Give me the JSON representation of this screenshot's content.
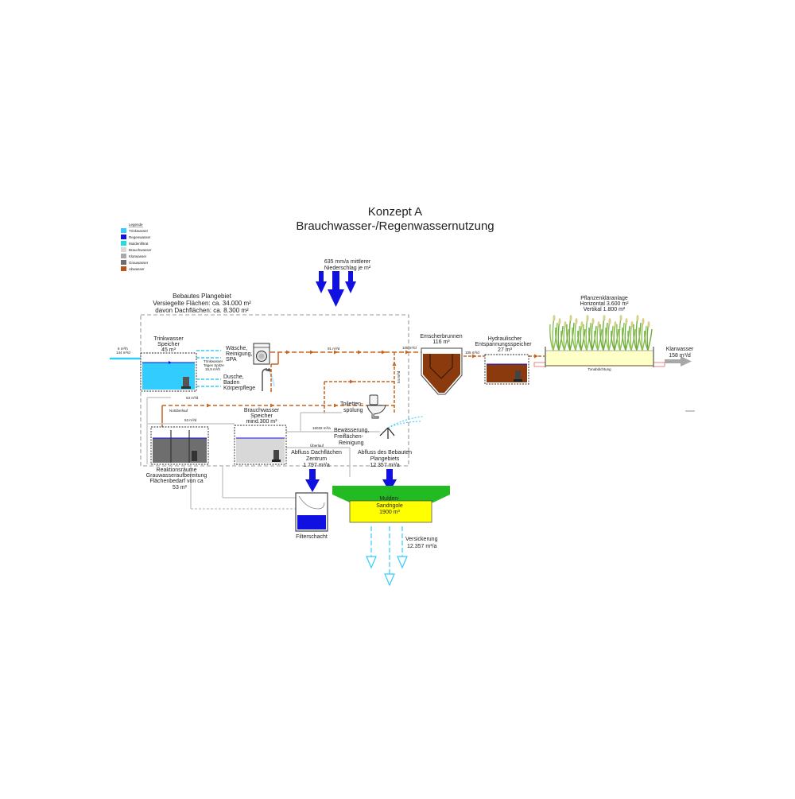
{
  "title": {
    "line1": "Konzept A",
    "line2": "Brauchwasser-/Regenwassernutzung"
  },
  "legend": {
    "heading": "Legende",
    "items": [
      {
        "label": "Trinkwasser",
        "color": "#33ccff"
      },
      {
        "label": "Regenwasser",
        "color": "#1010e0"
      },
      {
        "label": "Muldenfiltrat",
        "color": "#22dddd"
      },
      {
        "label": "Brauchwasser",
        "color": "#d8d8d8"
      },
      {
        "label": "Klarwasser",
        "color": "#a8a8a8"
      },
      {
        "label": "Grauwasser",
        "color": "#6e6e6e"
      },
      {
        "label": "Abwasser",
        "color": "#b85418"
      }
    ]
  },
  "colors": {
    "trinkwasser": "#33ccff",
    "regenwasser": "#1010e0",
    "abwasser": "#c8641e",
    "muldengruen": "#22bb22",
    "sand": "#ffff00",
    "schlamm": "#8b3a0e",
    "grau": "#bdbdbd"
  },
  "rain": {
    "line1": "635 mm/a mittlerer",
    "line2": "Niederschlag je m²"
  },
  "area": {
    "line1": "Bebautes Plangebiet",
    "line2": "Versiegelte Flächen: ca. 34.000 m²",
    "line3": "davon Dachflächen: ca. 8.300 m²"
  },
  "inflow": {
    "line1": "6 m³/h",
    "line2": "144 m³/d"
  },
  "trinkwasser_speicher": {
    "line1": "Trinkwasser",
    "line2": "Speicher",
    "line3": "45 m³"
  },
  "tages_spitze": {
    "line1": "Trinkwasser",
    "line2": "Tages Spitze",
    "line3": "15,9 m³/h"
  },
  "waesche": {
    "line1": "Wäsche,",
    "line2": "Reinigung,",
    "line3": "SPA"
  },
  "dusche": {
    "line1": "Dusche,",
    "line2": "Baden",
    "line3": "Körperpflege"
  },
  "flow_91": "91 m³/d",
  "flow_105a": "105 m³/d",
  "flow_105b": "105 m³/d",
  "flow_54": "54 m³/d",
  "flow_53": "53 m³/d",
  "flow_53b": "53 m³/d",
  "notueberlauf": "Notüberlauf",
  "ueberlauf": "Überlauf",
  "flow_16032": "16032 m³/a",
  "emscher": {
    "line1": "Emscherbrunnen",
    "line2": "116 m³"
  },
  "hydraulisch": {
    "line1": "Hydraulischer",
    "line2": "Entspannungsspeicher",
    "line3": "27 m³"
  },
  "pflanzen": {
    "line1": "Pflanzenkläranlage",
    "line2": "Horizontal 3.600 m²",
    "line3": "Vertikal 1.800 m²"
  },
  "tonabdichtung": "Tonabdichtung",
  "klarwasser": {
    "line1": "Klarwasser",
    "line2": "158 m³/d"
  },
  "toilette": {
    "line1": "Toiletten-",
    "line2": "spülung"
  },
  "brauchwasser_speicher": {
    "line1": "Brauchwasser",
    "line2": "Speicher",
    "line3": "mind.300 m³"
  },
  "bewaesserung": {
    "line1": "Bewässerung,",
    "line2": "Freiflächen-",
    "line3": "Reinigung"
  },
  "reaktion": {
    "line1": "Reaktionsräume",
    "line2": "Grauwasseraufbereitung",
    "line3": "Flächenbedarf von ca",
    "line4": "53 m²"
  },
  "abfluss_dach": {
    "line1": "Abfluss Dachflächen",
    "line2": "Zentrum",
    "line3": "1.797 m³/a"
  },
  "abfluss_bebaut": {
    "line1": "Abfluss des Bebauten",
    "line2": "Plangebiets",
    "line3": "12.357 m³/a"
  },
  "filterschacht": "Filterschacht",
  "mulde": {
    "line1": "Mulden-",
    "line2": "Sandrigole",
    "line3": "1900 m³"
  },
  "versickerung": {
    "line1": "Versickerung",
    "line2": "12.357 m³/a"
  }
}
